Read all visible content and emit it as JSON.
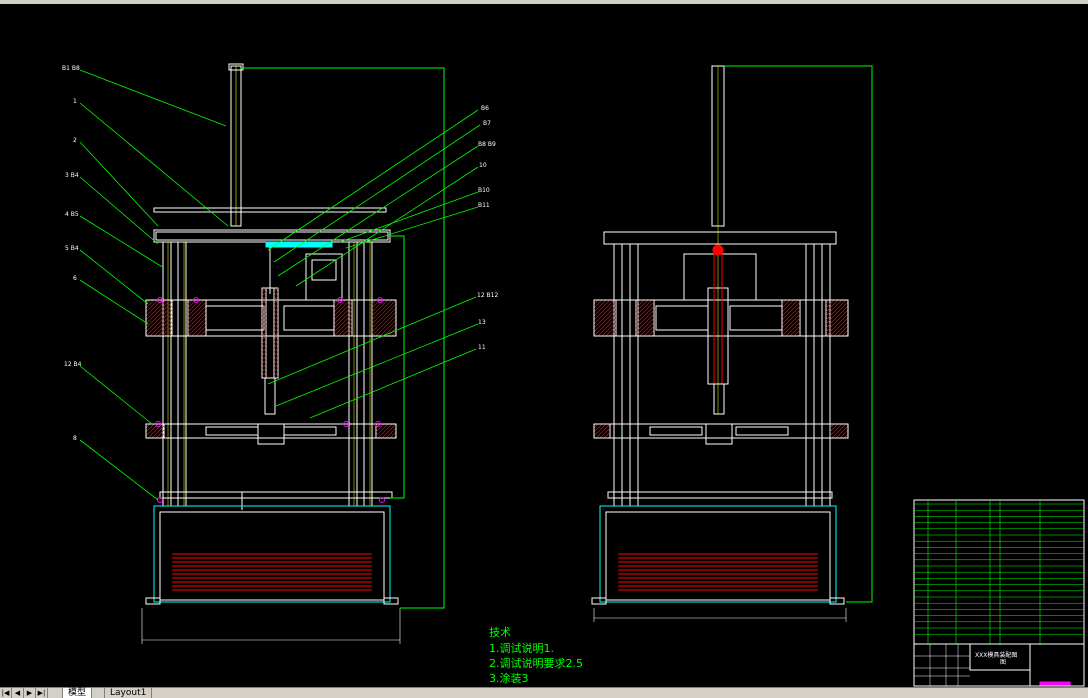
{
  "colors": {
    "background": "#000000",
    "outline": "#ffffff",
    "leader": "#00ff00",
    "hatch": "#ff0000",
    "cyan": "#00ffff",
    "yellow": "#ffff00",
    "magenta": "#ff00ff",
    "text": "#ffffff",
    "note": "#00ff00"
  },
  "left_view": {
    "labels": {
      "l1": "B1 B8",
      "l2": "1",
      "l3": "2",
      "l4": "3 B4",
      "l5": "4 B5",
      "l6": "5 B4",
      "l7": "6",
      "l8": "12 B4",
      "l9": "8",
      "r1": "B6",
      "r2": "B7",
      "r3": "B8 B9",
      "r4": "10",
      "r5": "B10",
      "r6": "B11",
      "r7": "12 B12",
      "r8": "13",
      "r9": "11"
    }
  },
  "notes": {
    "heading": "技术",
    "line1": "1.调试说明1.",
    "line2": "2.调试说明要求2.5",
    "line3": "3.涂装3"
  },
  "title_block": {
    "title_line1": "XXX模具装配图",
    "title_line2": "图"
  },
  "tabs": [
    {
      "label": "模型",
      "active": true
    },
    {
      "label": "Layout1",
      "active": false
    }
  ],
  "nav": [
    "|◀",
    "◀",
    "▶",
    "▶|"
  ]
}
